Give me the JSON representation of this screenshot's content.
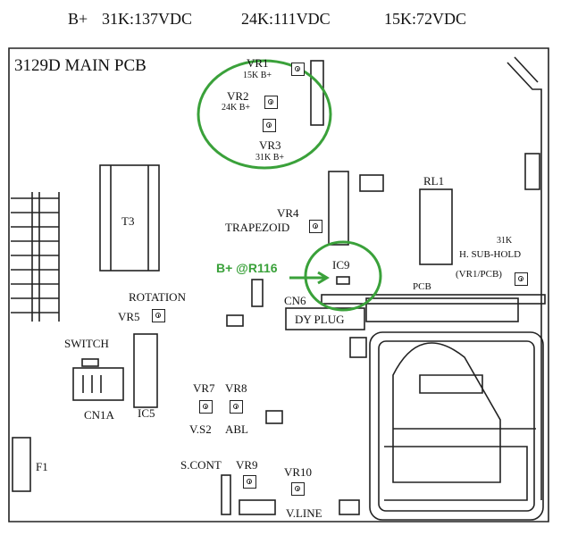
{
  "header": {
    "bplus": "B+",
    "v31k": "31K:137VDC",
    "v24k": "24K:111VDC",
    "v15k": "15K:72VDC"
  },
  "board": {
    "title": "3129D MAIN PCB"
  },
  "labels": {
    "vr1": "VR1",
    "vr1_sub": "15K B+",
    "vr2": "VR2",
    "vr2_sub": "24K B+",
    "vr3": "VR3",
    "vr3_sub": "31K B+",
    "vr4": "VR4",
    "trapezoid": "TRAPEZOID",
    "rl1": "RL1",
    "t3": "T3",
    "rotation": "ROTATION",
    "vr5": "VR5",
    "switch": "SWITCH",
    "cn1a": "CN1A",
    "ic5": "IC5",
    "ic9": "IC9",
    "cn6": "CN6",
    "dy_plug": "DY PLUG",
    "pcb": "PCB",
    "hsub_31k": "31K",
    "hsub_line": "H. SUB-HOLD",
    "hsub_ref": "(VR1/PCB)",
    "vr7": "VR7",
    "vr8": "VR8",
    "vs2": "V.S2",
    "abl": "ABL",
    "scont": "S.CONT",
    "vr9": "VR9",
    "vr10": "VR10",
    "vline": "V.LINE",
    "f1": "F1"
  },
  "annotation": {
    "bplus_r116": "B+ @R116"
  },
  "colors": {
    "annotation": "#3aa13a",
    "line": "#222222"
  }
}
